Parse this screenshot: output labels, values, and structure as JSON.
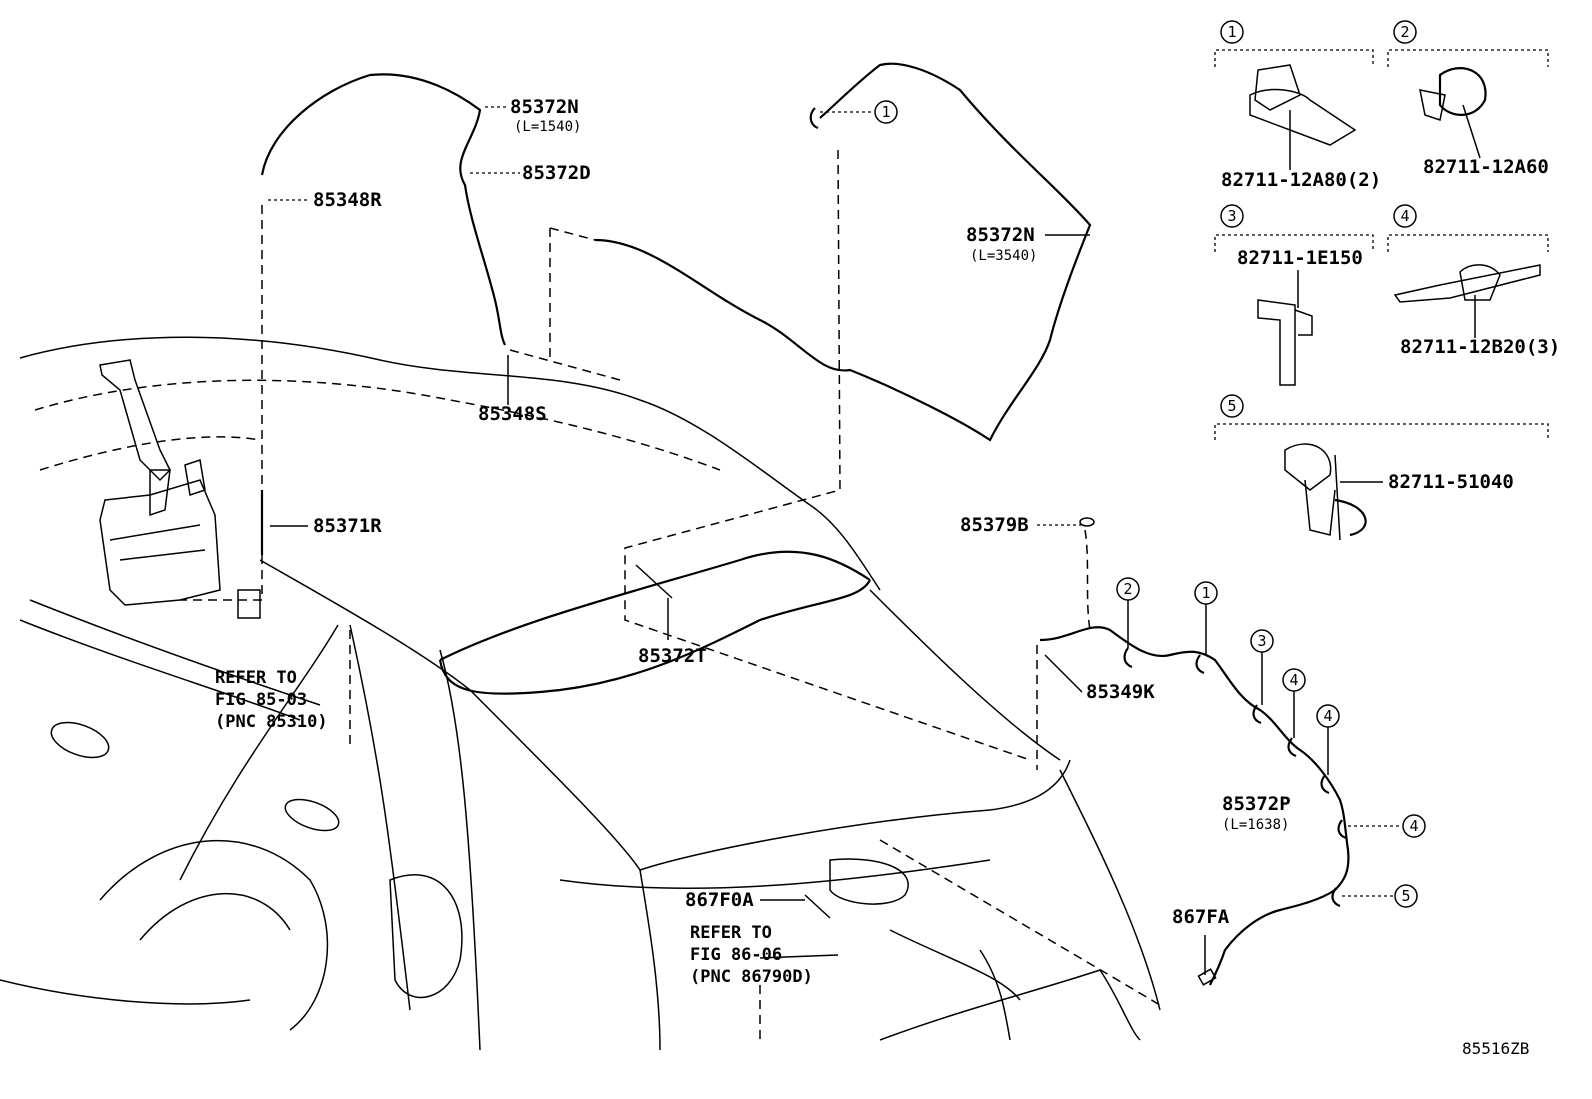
{
  "callouts": [
    {
      "id": "85372N_top",
      "number": "85372N",
      "length": "(L=1540)"
    },
    {
      "id": "85372D",
      "number": "85372D"
    },
    {
      "id": "85348R",
      "number": "85348R"
    },
    {
      "id": "85348S",
      "number": "85348S"
    },
    {
      "id": "85371R",
      "number": "85371R"
    },
    {
      "id": "85372N_right",
      "number": "85372N",
      "length": "(L=3540)"
    },
    {
      "id": "85372T",
      "number": "85372T"
    },
    {
      "id": "85379B",
      "number": "85379B"
    },
    {
      "id": "85349K",
      "number": "85349K"
    },
    {
      "id": "85372P",
      "number": "85372P",
      "length": "(L=1638)"
    },
    {
      "id": "867F0A",
      "number": "867F0A"
    },
    {
      "id": "867FA",
      "number": "867FA"
    }
  ],
  "references": [
    {
      "lines": [
        "REFER TO",
        "FIG 85-03",
        "(PNC 85310)"
      ]
    },
    {
      "lines": [
        "REFER TO",
        "FIG 86-06",
        "(PNC 86790D)"
      ]
    }
  ],
  "clip_legend": [
    {
      "num": "1",
      "part": "82711-12A80(2)"
    },
    {
      "num": "2",
      "part": "82711-12A60"
    },
    {
      "num": "3",
      "part": "82711-1E150"
    },
    {
      "num": "4",
      "part": "82711-12B20(3)"
    },
    {
      "num": "5",
      "part": "82711-51040"
    }
  ],
  "figure_code": "85516ZB"
}
